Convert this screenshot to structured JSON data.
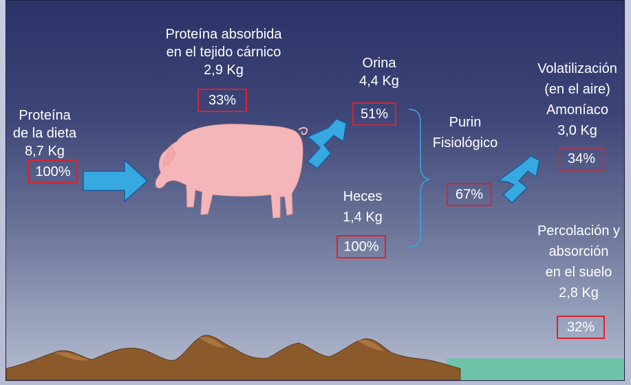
{
  "diet": {
    "line1": "Proteína",
    "line2": "de la dieta",
    "amount": "8,7 Kg",
    "percent": "100%"
  },
  "absorbed": {
    "line1": "Proteína absorbida",
    "line2": "en el tejido cárnico",
    "amount": "2,9 Kg",
    "percent": "33%"
  },
  "urine": {
    "line1": "Orina",
    "amount": "4,4 Kg",
    "percent": "51%"
  },
  "feces": {
    "line1": "Heces",
    "amount": "1,4 Kg",
    "percent": "100%"
  },
  "slurry": {
    "line1": "Purin",
    "line2": "Fisiológico",
    "percent": "67%"
  },
  "volatilization": {
    "line1": "Volatilización",
    "line2": "(en el aire)",
    "line3": "Amoníaco",
    "amount": "3,0 Kg",
    "percent": "34%"
  },
  "percolation": {
    "line1": "Percolación y",
    "line2": "absorción",
    "line3": "en el suelo",
    "amount": "2,8 Kg",
    "percent": "32%"
  },
  "colors": {
    "arrow": "#36a9e1",
    "box_border": "#e2202a",
    "pig": "#f4b6b8",
    "mountain": "#8b5a2b",
    "water": "#6fc3a8"
  }
}
